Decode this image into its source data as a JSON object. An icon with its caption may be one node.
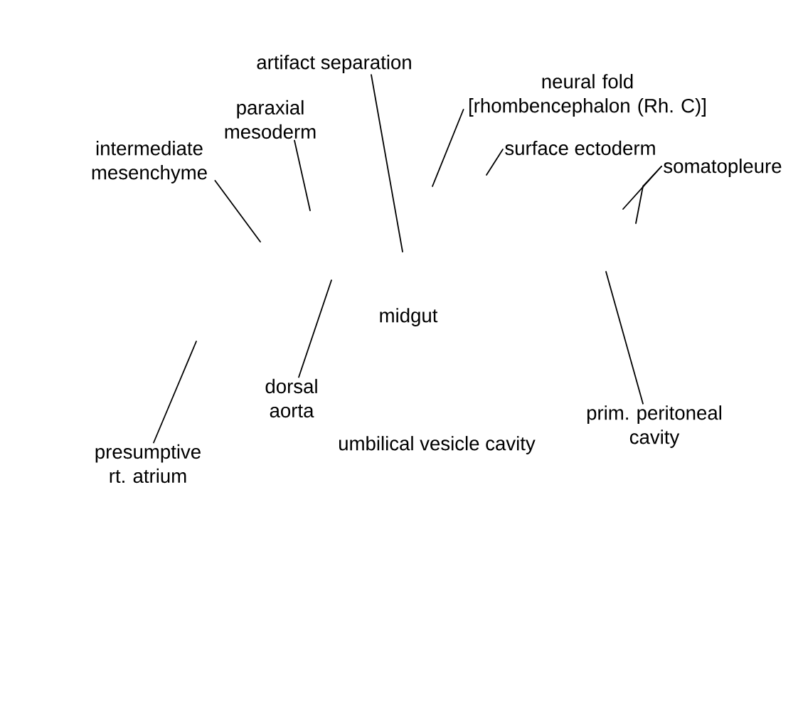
{
  "diagram": {
    "nodes": [
      {
        "text": [
          "artifact separation"
        ]
      },
      {
        "text": [
          "neural fold [rhombencephalon (Rh. C)]"
        ]
      },
      {
        "text": [
          "paraxial mesoderm"
        ]
      },
      {
        "text": [
          "intermediate mesenchyme"
        ]
      },
      {
        "text": [
          "surface ectoderm"
        ]
      },
      {
        "text": [
          "somatopleure"
        ]
      },
      {
        "text": [
          "dorsal aorta"
        ]
      },
      {
        "text": [
          "prim. peritoneal cavity"
        ]
      },
      {
        "text": [
          "presumptive rt. atrium"
        ]
      }
    ],
    "edges": [
      {
        "from": 0,
        "to": null,
        "arrow": "none"
      },
      {
        "from": 1,
        "to": null,
        "arrow": "none"
      },
      {
        "from": 2,
        "to": null,
        "arrow": "none"
      },
      {
        "from": 3,
        "to": null,
        "arrow": "none"
      },
      {
        "from": 4,
        "to": null,
        "arrow": "none"
      },
      {
        "from": 5,
        "to": null,
        "arrow": "none"
      },
      {
        "from": 5,
        "to": null,
        "arrow": "none"
      },
      {
        "from": 6,
        "to": null,
        "arrow": "none"
      },
      {
        "from": 7,
        "to": null,
        "arrow": "none"
      },
      {
        "from": 8,
        "to": null,
        "arrow": "none"
      }
    ],
    "labels": [
      "midgut",
      "umbilical vesicle cavity"
    ]
  }
}
